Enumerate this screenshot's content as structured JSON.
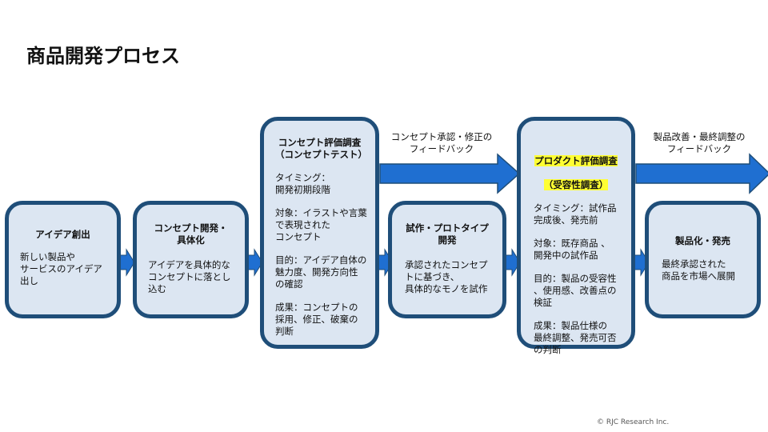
{
  "title": "商品開発プロセス",
  "colors": {
    "box_fill": "#dce6f2",
    "box_border": "#1f4e79",
    "arrow_fill": "#1f6fd1",
    "arrow_stroke": "#1f4e79",
    "highlight": "#ffff33"
  },
  "steps": [
    {
      "heading": "アイデア創出",
      "description": "新しい製品や\nサービスのアイデア\n出し"
    },
    {
      "heading": "コンセプト開発・\n具体化",
      "description": "アイデアを具体的な\nコンセプトに落とし\n込む"
    },
    {
      "heading": "コンセプト評価調査\n（コンセプトテスト）",
      "sections": [
        "タイミング：\n  開発初期段階",
        "対象：イラストや言葉\nで表現された\nコンセプト",
        "目的：アイデア自体の\n魅力度、開発方向性\nの確認",
        "成果：コンセプトの\n採用、修正、破棄の\n判断"
      ]
    },
    {
      "heading": "試作・プロトタイプ\n開発",
      "description": "承認されたコンセプ\nトに基づき、\n具体的なモノを試作"
    },
    {
      "heading_line1": "プロダクト評価調査",
      "heading_line2": "（受容性調査）",
      "sections": [
        "タイミング：試作品\n完成後、発売前",
        "対象：既存商品 、\n開発中の試作品",
        "目的：製品の受容性\n、使用感、改善点の\n検証",
        "成果：製品仕様の\n最終調整、発売可否\nの判断"
      ]
    },
    {
      "heading": "製品化・発売",
      "description": "最終承認された\n商品を市場へ展開"
    }
  ],
  "feedback": [
    {
      "label": "コンセプト承認・修正の\nフィードバック"
    },
    {
      "label": "製品改善・最終調整の\nフィードバック"
    }
  ],
  "footer": {
    "copyright": "© RJC Research Inc."
  }
}
